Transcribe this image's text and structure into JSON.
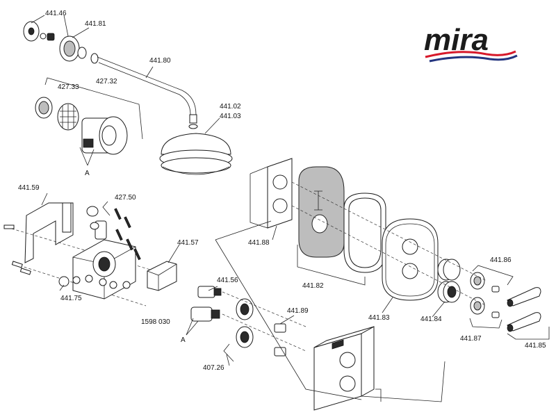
{
  "brand": {
    "logo_text": "mira",
    "colors": {
      "text": "#1b1b1b",
      "red_swoosh": "#d7192a",
      "blue_swoosh": "#24357f"
    }
  },
  "part_labels": {
    "p441_46": "441.46",
    "p441_81": "441.81",
    "p441_80": "441.80",
    "p427_33": "427.33",
    "p427_32": "427.32",
    "p441_02": "441.02",
    "p441_03": "441.03",
    "a_top": "A",
    "p441_59": "441.59",
    "p427_50": "427.50",
    "p441_57": "441.57",
    "p441_88": "441.88",
    "p441_82": "441.82",
    "p441_83": "441.83",
    "p441_84": "441.84",
    "p441_86": "441.86",
    "p441_87": "441.87",
    "p441_85": "441.85",
    "p441_56": "441.56",
    "p441_75": "441.75",
    "p1598_030": "1598 030",
    "a_bottom": "A",
    "p441_89": "441.89",
    "p407_26": "407.26"
  }
}
